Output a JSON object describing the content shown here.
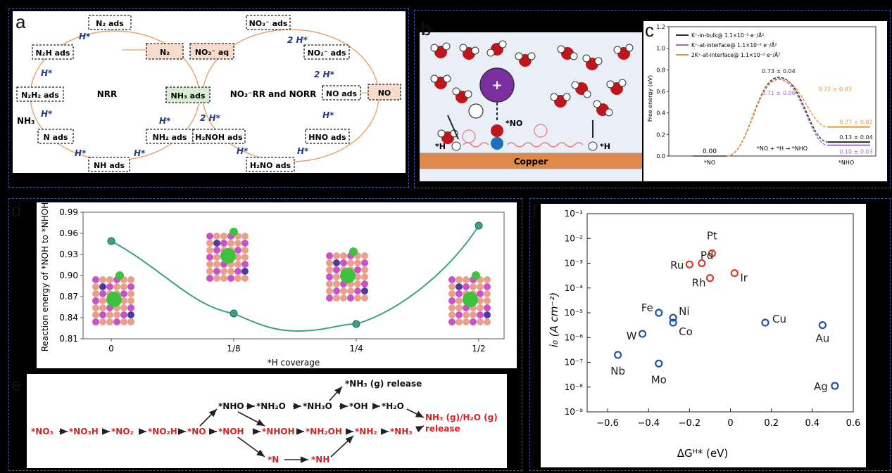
{
  "panels": {
    "a": "a",
    "b": "b",
    "c": "c",
    "d": "d",
    "e": "e",
    "f": "f"
  },
  "panel_a": {
    "nrr_label": "NRR",
    "nora_label": "NO₃⁻RR and NORR",
    "nh3_label": "NH₃",
    "h_step": "H*",
    "two_h_step": "2 H*",
    "species": [
      "N₂ ads",
      "N₂",
      "N₂H ads",
      "N₂H₂ ads",
      "N ads",
      "NH ads",
      "NH₂ ads",
      "NH₃ ads",
      "NO₃⁻ ads",
      "NO₃⁻ aq",
      "NO₂⁻ ads",
      "NO ads",
      "NO",
      "HNO ads",
      "H₂NO ads",
      "H₂NOH ads"
    ]
  },
  "panel_b": {
    "surface": "Copper",
    "no_label": "*NO",
    "h_label_left": "*H",
    "h_label_right": "*H",
    "cation": "+"
  },
  "chart_c": {
    "type": "line",
    "ylabel": "Free energy (eV)",
    "categories": [
      "*NO",
      "*NHO"
    ],
    "ylim": [
      0,
      1.2
    ],
    "yticks": [
      0,
      0.2,
      0.4,
      0.6,
      0.8,
      1.0,
      1.2
    ],
    "reaction_label": "*NO + *H → *NHO",
    "start_label": "0.00",
    "colors": {
      "bulk": "#2b2b2b",
      "interface": "#a56ad1",
      "twok": "#e8962a"
    },
    "series": [
      {
        "name": "K⁺-in-bulk@ 1.1×10⁻² e⁻/Å²",
        "barrier": 0.73,
        "barrier_label": "0.73 ± 0.04",
        "final": 0.13,
        "final_label": "0.13 ± 0.04"
      },
      {
        "name": "K⁺-at-interface@ 1.1×10⁻² e⁻/Å²",
        "barrier": 0.71,
        "barrier_label": "0.71 ± 0.06",
        "final": 0.1,
        "final_label": "0.10 ± 0.03"
      },
      {
        "name": "2K⁺-at-interface@ 1.1×10⁻² e⁻/Å²",
        "barrier": 0.72,
        "barrier_label": "0.72 ± 0.03",
        "final": 0.27,
        "final_label": "0.27 ± 0.02"
      }
    ]
  },
  "chart_d": {
    "type": "line",
    "ylabel": "Reaction energy of *NOH to *NHOH",
    "xlabel": "*H coverage",
    "categories": [
      "0",
      "1/8",
      "1/4",
      "1/2"
    ],
    "values": [
      0.949,
      0.846,
      0.831,
      0.971
    ],
    "ylim": [
      0.81,
      0.99
    ],
    "yticks": [
      "0.81",
      "0.84",
      "0.87",
      "0.90",
      "0.93",
      "0.96",
      "0.99"
    ],
    "color": "#3aa089"
  },
  "panel_e": {
    "nh3_release": "*NH₃ (g) release",
    "final_release_1": "NH₃ (g)/H₂O (g)",
    "final_release_2": "release",
    "main_chain": [
      "*NO₃",
      "*NO₃H",
      "*NO₂",
      "*NO₂H",
      "*NO",
      "*NOH",
      "*NHOH",
      "*NH₂OH",
      "*NH₂",
      "*NH₃"
    ],
    "upper_chain": [
      "*NHO",
      "*NH₂O",
      "*NH₃O",
      "*OH",
      "*H₂O"
    ],
    "lower_chain": [
      "*N",
      "*NH"
    ]
  },
  "chart_f": {
    "type": "scatter",
    "xlabel": "ΔGᴴ* (eV)",
    "ylabel": "i₀ (A cm⁻²)",
    "xlim": [
      -0.7,
      0.6
    ],
    "xticks": [
      "−0.6",
      "−0.4",
      "−0.2",
      "0",
      "0.2",
      "0.4",
      "0.6"
    ],
    "ylim_log10": [
      -9,
      -1
    ],
    "yticks": [
      "10⁻¹",
      "10⁻²",
      "10⁻³",
      "10⁻⁴",
      "10⁻⁵",
      "10⁻⁶",
      "10⁻⁷",
      "10⁻⁸",
      "10⁻⁹"
    ],
    "colors": {
      "noble": "#d1402c",
      "other": "#1f57a6"
    },
    "points": [
      {
        "label": "Pt",
        "x": -0.09,
        "log_i0": -2.6,
        "group": "noble"
      },
      {
        "label": "Pd",
        "x": -0.14,
        "log_i0": -3.0,
        "group": "noble"
      },
      {
        "label": "Ru",
        "x": -0.2,
        "log_i0": -3.05,
        "group": "noble"
      },
      {
        "label": "Rh",
        "x": -0.1,
        "log_i0": -3.6,
        "group": "noble"
      },
      {
        "label": "Ir",
        "x": 0.02,
        "log_i0": -3.4,
        "group": "noble"
      },
      {
        "label": "Fe",
        "x": -0.35,
        "log_i0": -5.0,
        "group": "other"
      },
      {
        "label": "Ni",
        "x": -0.28,
        "log_i0": -5.2,
        "group": "other"
      },
      {
        "label": "Co",
        "x": -0.28,
        "log_i0": -5.4,
        "group": "other"
      },
      {
        "label": "W",
        "x": -0.43,
        "log_i0": -5.85,
        "group": "other"
      },
      {
        "label": "Cu",
        "x": 0.17,
        "log_i0": -5.4,
        "group": "other"
      },
      {
        "label": "Au",
        "x": 0.45,
        "log_i0": -5.5,
        "group": "other"
      },
      {
        "label": "Nb",
        "x": -0.55,
        "log_i0": -6.7,
        "group": "other"
      },
      {
        "label": "Mo",
        "x": -0.35,
        "log_i0": -7.05,
        "group": "other"
      },
      {
        "label": "Ag",
        "x": 0.51,
        "log_i0": -7.95,
        "group": "other"
      }
    ]
  }
}
